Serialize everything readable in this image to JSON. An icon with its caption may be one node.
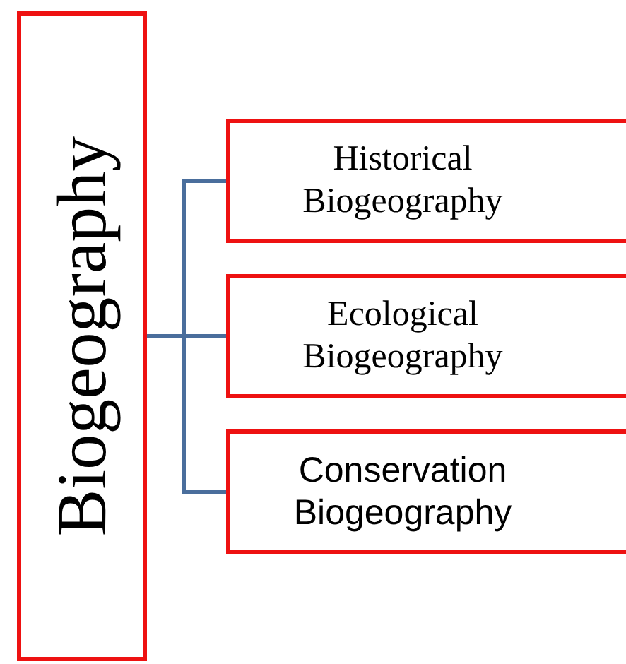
{
  "diagram": {
    "nodes": [
      {
        "text": [
          "Biogeography"
        ]
      },
      {
        "text": [
          "Historical Biogeography"
        ]
      },
      {
        "text": [
          "Ecological Biogeography"
        ]
      },
      {
        "text": [
          "Conservation Biogeography"
        ]
      }
    ],
    "edges": [
      {
        "from": 0,
        "to": 1,
        "arrow": "none"
      },
      {
        "from": 0,
        "to": 2,
        "arrow": "none"
      },
      {
        "from": 0,
        "to": 3,
        "arrow": "none"
      }
    ]
  }
}
